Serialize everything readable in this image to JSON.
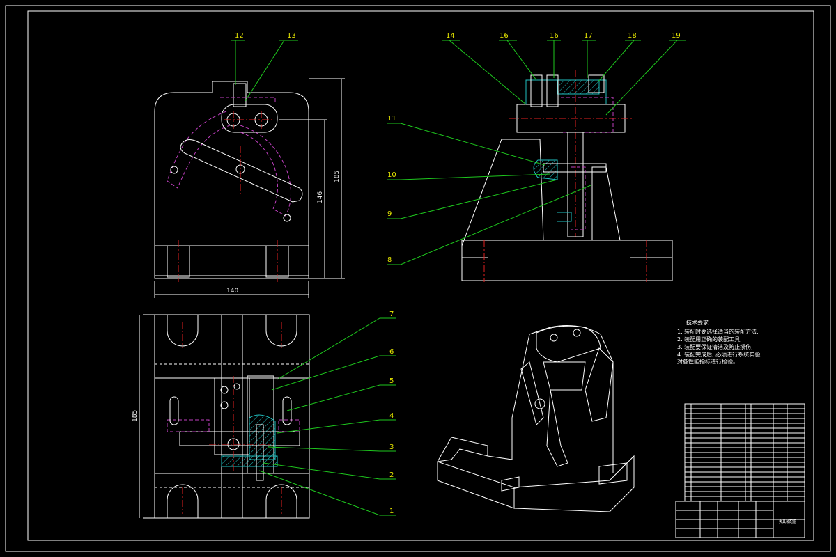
{
  "part_labels": {
    "p12": "12",
    "p13": "13",
    "p14": "14",
    "p16a": "16",
    "p16b": "16",
    "p17": "17",
    "p18": "18",
    "p19": "19",
    "p11": "11",
    "p10": "10",
    "p9": "9",
    "p8": "8",
    "p7": "7",
    "p6": "6",
    "p5": "5",
    "p4": "4",
    "p3": "3",
    "p2": "2",
    "p1": "1"
  },
  "dimensions": {
    "front_width": "140",
    "front_height_total": "185",
    "front_height_pin": "146",
    "plan_height": "185"
  },
  "tech_notes": {
    "title": "技术要求",
    "line1": "1. 装配时要选择适当的装配方法;",
    "line2": "2. 装配用正确的装配工具;",
    "line3": "3. 装配要保证清洁及防止损伤;",
    "line4": "4. 装配完成后, 必须进行系统实验,",
    "line5": "对各性能指标进行检验。"
  },
  "title_block": {
    "drawing_name": "夹具装配图"
  },
  "colors": {
    "background": "#000000",
    "outline": "#ffffff",
    "leader": "#1ec81e",
    "centerline": "#e02020",
    "phantom": "#c040c0",
    "section": "#20c0c0",
    "label": "#e8e800"
  }
}
